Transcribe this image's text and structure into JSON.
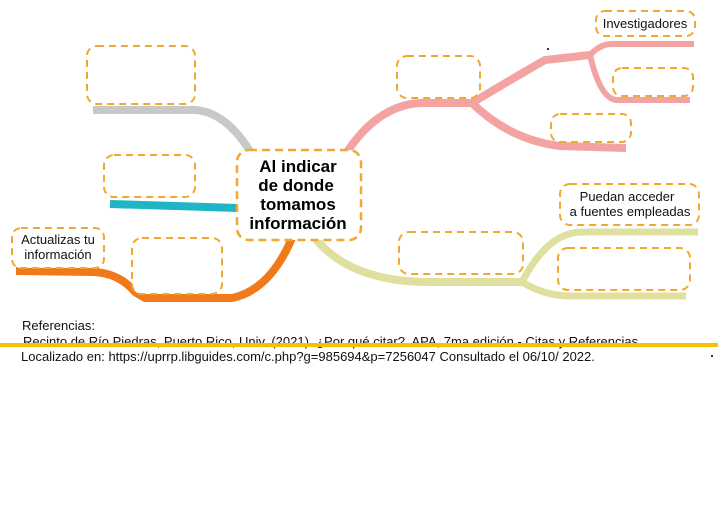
{
  "central_topic": [
    "Al indicar",
    "de donde",
    "tomamos",
    "información"
  ],
  "labels": {
    "investigadores": "Investigadores",
    "puedan_acceder": [
      "Puedan acceder",
      "a fuentes empleadas"
    ],
    "actualizas": [
      "Actualizas tu",
      "información"
    ]
  },
  "references": {
    "heading": "Referencias:",
    "line1": "Recinto de Río Piedras, Puerto Rico, Univ. (2021). ¿Por qué citar?. APA, 7ma edición - Citas y Referencias.",
    "line2": "Localizado en: https://uprrp.libguides.com/c.php?g=985694&p=7256047  Consultado el 06/10/ 2022."
  },
  "colors": {
    "box_outline": "#f0a830",
    "branch_gray": "#c8c8c8",
    "branch_teal": "#1fb5c4",
    "branch_orange": "#f07a1a",
    "branch_pink": "#f4a3a3",
    "branch_olive": "#dfe0a0",
    "divider": "#f2c200"
  }
}
